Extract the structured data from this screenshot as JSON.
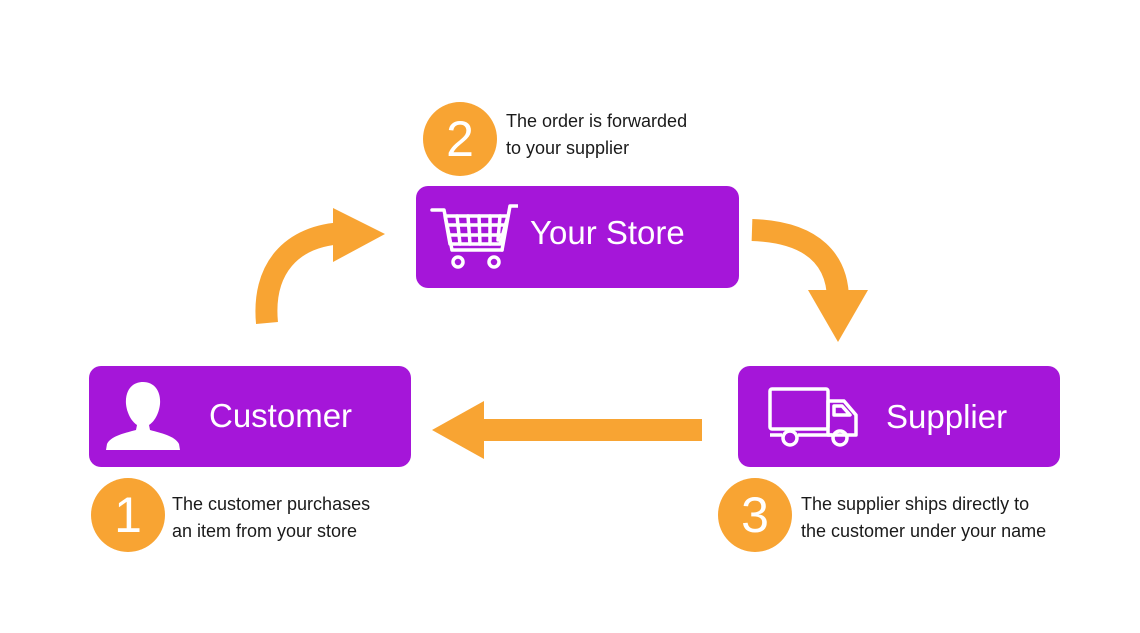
{
  "colors": {
    "node_fill": "#a516d9",
    "accent": "#f8a433",
    "text": "#1a1a1a"
  },
  "nodes": {
    "store": {
      "label": "Your Store",
      "icon": "shopping-cart-icon"
    },
    "customer": {
      "label": "Customer",
      "icon": "person-icon"
    },
    "supplier": {
      "label": "Supplier",
      "icon": "delivery-truck-icon"
    }
  },
  "steps": [
    {
      "number": "1",
      "lines": [
        "The customer purchases",
        "an item from your store"
      ]
    },
    {
      "number": "2",
      "lines": [
        "The order is forwarded",
        "to your supplier"
      ]
    },
    {
      "number": "3",
      "lines": [
        "The supplier ships directly to",
        "the customer under your name"
      ]
    }
  ]
}
